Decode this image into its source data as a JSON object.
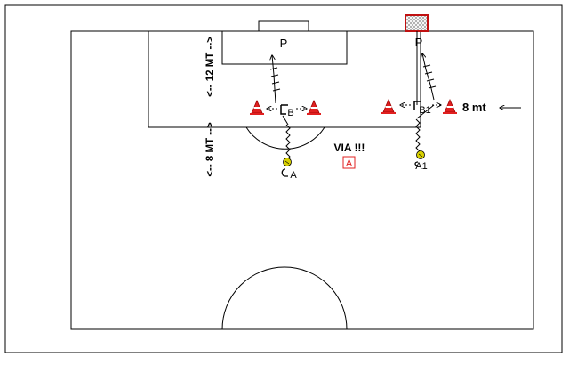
{
  "players": {
    "goalkeeper_left": "P",
    "goalkeeper_right": "P",
    "defender_center": "B",
    "defender_right": "B1",
    "attacker_center": "A",
    "attacker_right": "A1"
  },
  "labels": {
    "dist_12": "<-- 12 MT -->",
    "dist_8_vertical": "<-- 8 MT -->",
    "dist_8_right": "8 mt",
    "via": "VIA !!!",
    "start_marker": "A"
  },
  "colors": {
    "lines": "#000000",
    "cone": "#e02020",
    "start_marker": "#e02020",
    "ball": "#d8d000"
  }
}
